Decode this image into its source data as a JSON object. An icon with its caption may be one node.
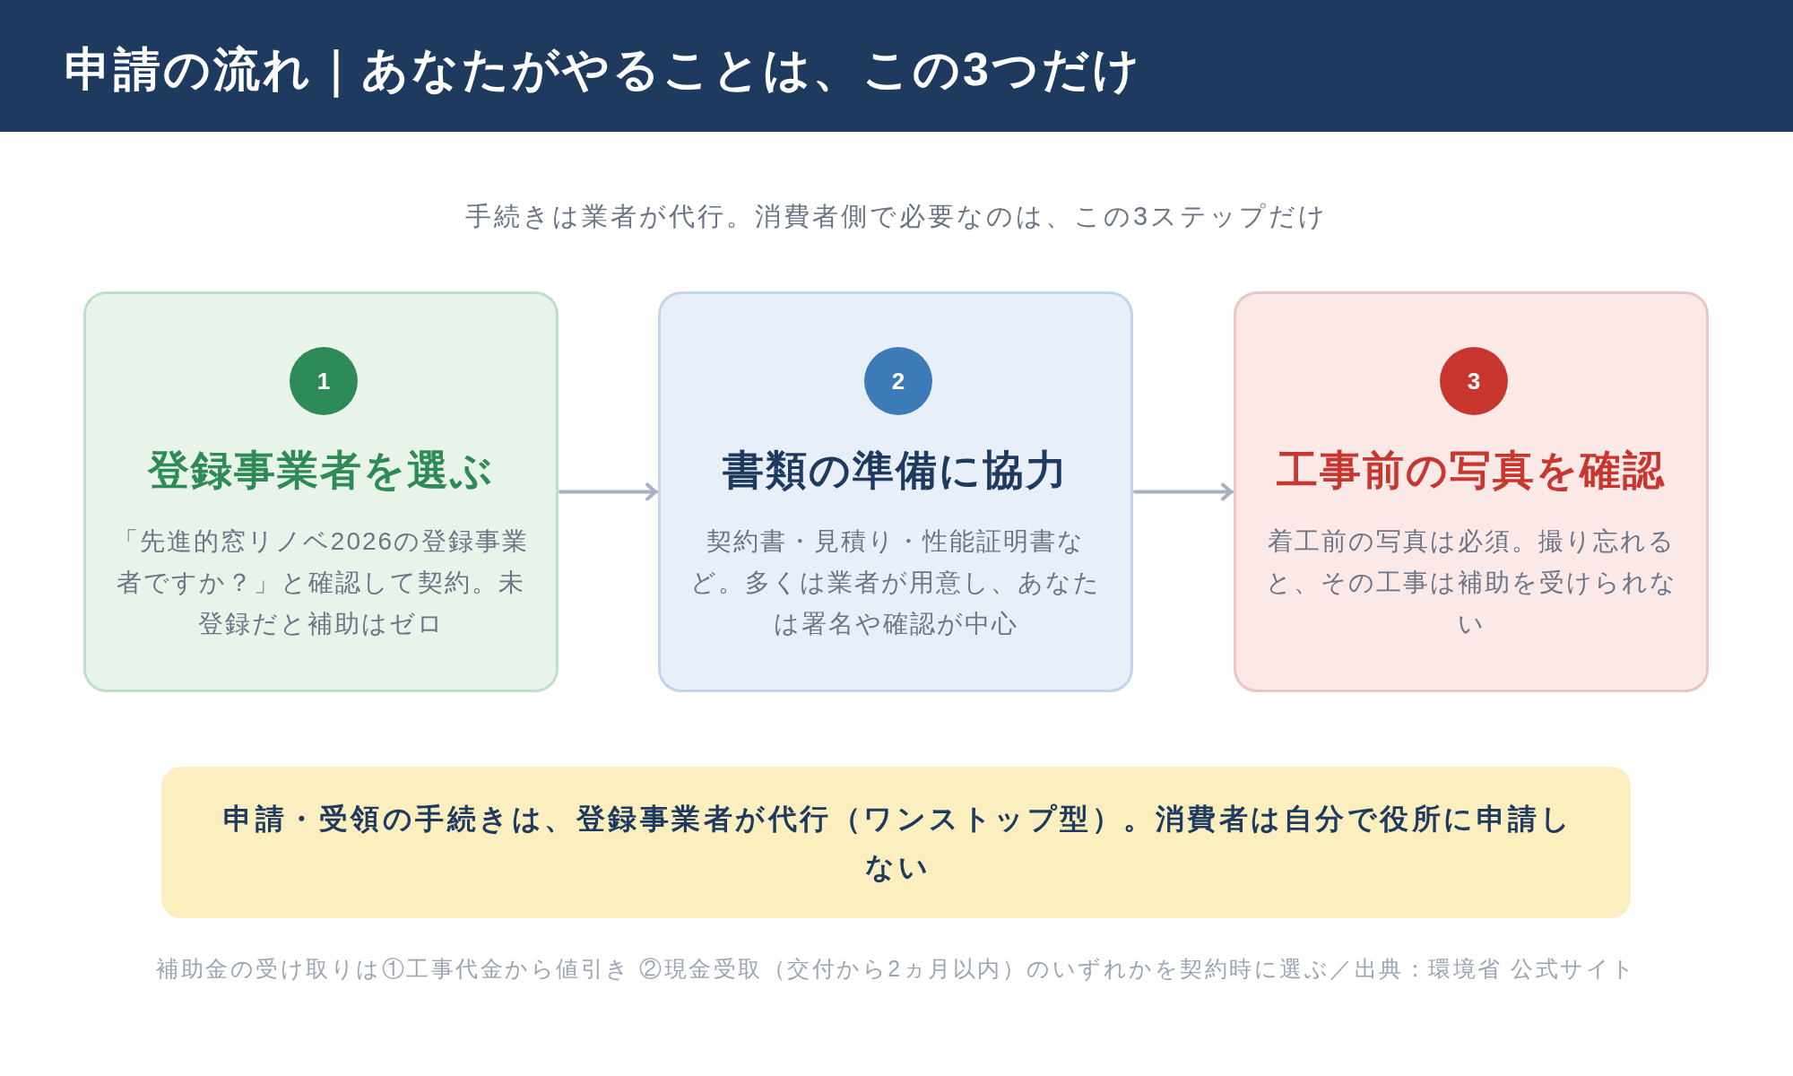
{
  "diagram": {
    "title": "申請の流れ｜あなたがやることは、この3つだけ",
    "nodes": [
      {
        "text": [
          "登録事業者を選ぶ",
          "「先進的窓リノベ2026の登録事業者ですか？」と確認して契約。未登録だと補助はゼロ"
        ]
      },
      {
        "text": [
          "1"
        ],
        "in": 0
      },
      {
        "text": [
          "書類の準備に協力",
          "契約書・見積り・性能証明書など。多くは業者が用意し、あなたは署名や確認が中心"
        ]
      },
      {
        "text": [
          "2"
        ],
        "in": 2
      },
      {
        "text": [
          "工事前の写真を確認",
          "着工前の写真は必須。撮り忘れると、その工事は補助を受けられない"
        ]
      },
      {
        "text": [
          "3"
        ],
        "in": 4
      },
      {
        "text": [
          "申請・受領の手続きは、登録事業者が代行（ワンストップ型）。消費者は自分で役所に申請しない"
        ]
      }
    ],
    "edges": [
      {
        "from": 0,
        "to": 2,
        "arrow": "to"
      },
      {
        "from": 2,
        "to": 4,
        "arrow": "to"
      }
    ],
    "labels": [
      "手続きは業者が代行。消費者側で必要なのは、この3ステップだけ",
      "補助金の受け取りは①工事代金から値引き ②現金受取（交付から2ヵ月以内）のいずれかを契約時に選ぶ／出典：環境省 公式サイト"
    ]
  }
}
